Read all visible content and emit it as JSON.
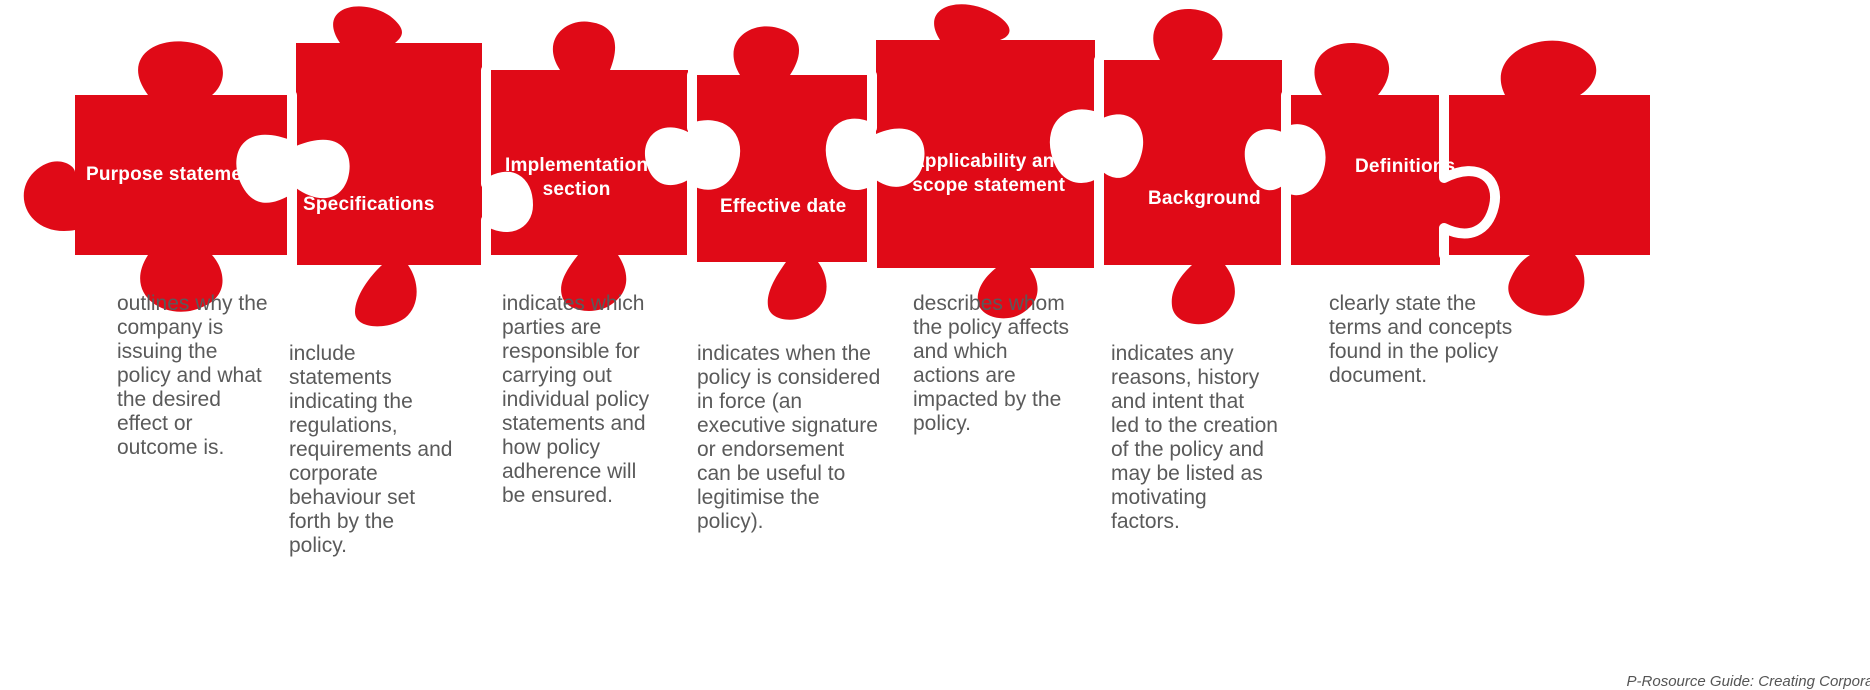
{
  "colors": {
    "piece": "#e00a17",
    "seam": "#ffffff",
    "text": "#5a5a5a"
  },
  "pieces": [
    {
      "label": "Purpose statement",
      "description": "outlines why the\ncompany is\nissuing the\npolicy and what\nthe desired\neffect or\noutcome is."
    },
    {
      "label": "Specifications",
      "description": "include\nstatements\nindicating the\nregulations,\nrequirements and\ncorporate\nbehaviour set\nforth by the\npolicy."
    },
    {
      "label": "Implementation\nsection",
      "description": "indicates which\nparties are\nresponsible for\ncarrying out\nindividual policy\nstatements and\nhow policy\nadherence will\nbe ensured."
    },
    {
      "label": "Effective date",
      "description": "indicates when the\npolicy is considered\nin force (an\nexecutive signature\nor endorsement\ncan be useful to\nlegitimise the\npolicy)."
    },
    {
      "label": "Applicability and\nscope statement",
      "description": "describes whom\nthe policy affects\nand which\nactions are\nimpacted by the\npolicy."
    },
    {
      "label": "Background",
      "description": "indicates any\nreasons, history\nand intent that\nled to the creation\nof the policy and\nmay be listed as\nmotivating\nfactors."
    },
    {
      "label": "Definitions",
      "description": "clearly state the\nterms and concepts\nfound in the policy\ndocument."
    }
  ],
  "footer": {
    "text": "P-Rosource Guide: Creating Corporate P"
  }
}
